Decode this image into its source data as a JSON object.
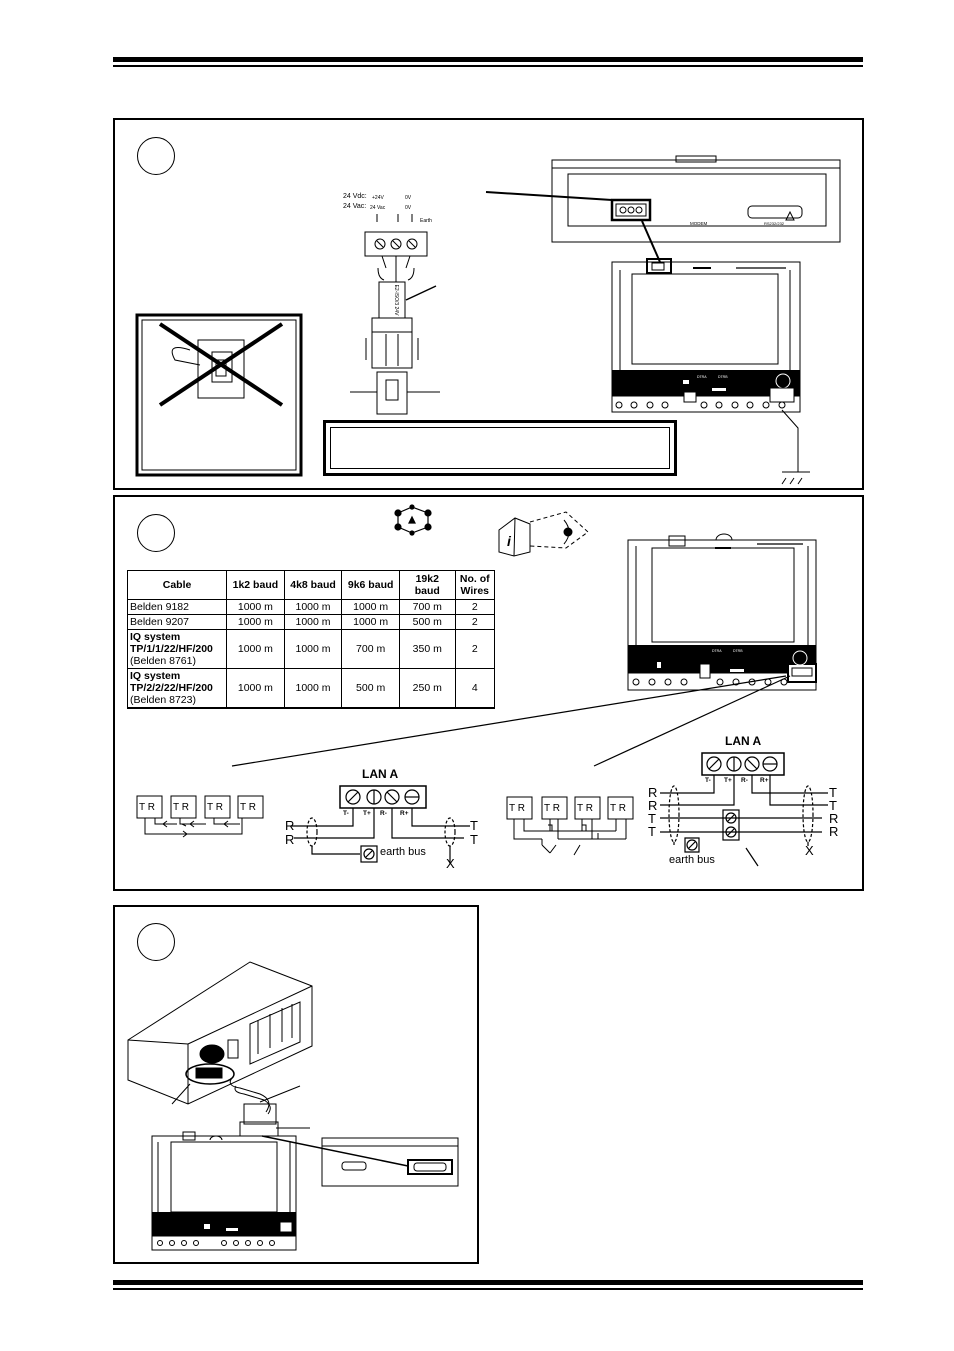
{
  "power": {
    "vdc_label": "24 Vdc:",
    "vdc_pos": "+24V",
    "vdc_neg": "0V",
    "vac_label": "24 Vac:",
    "vac_pos": "24 Vac",
    "vac_neg": "0V",
    "earth": "Earth"
  },
  "cable_table": {
    "headers": [
      "Cable",
      "1k2 baud",
      "4k8 baud",
      "9k6 baud",
      "19k2 baud",
      "No. of Wires"
    ],
    "rows": [
      {
        "cable": "Belden 9182",
        "sub": "",
        "c1": "1000 m",
        "c2": "1000 m",
        "c3": "1000 m",
        "c4": "700 m",
        "wires": "2"
      },
      {
        "cable": "Belden 9207",
        "sub": "",
        "c1": "1000 m",
        "c2": "1000 m",
        "c3": "1000 m",
        "c4": "500 m",
        "wires": "2"
      },
      {
        "cable": "IQ system TP/1/1/22/HF/200",
        "sub": "(Belden 8761)",
        "c1": "1000 m",
        "c2": "1000 m",
        "c3": "700 m",
        "c4": "350 m",
        "wires": "2"
      },
      {
        "cable": "IQ system TP/2/2/22/HF/200",
        "sub": "(Belden 8723)",
        "c1": "1000 m",
        "c2": "1000 m",
        "c3": "500 m",
        "c4": "250 m",
        "wires": "4"
      }
    ]
  },
  "lan": {
    "title": "LAN A",
    "t_minus": "T-",
    "t_plus": "T+",
    "r_minus": "R-",
    "r_plus": "R+",
    "earth_bus": "earth bus",
    "letter_r": "R",
    "letter_t": "T",
    "letter_x": "X",
    "node": "T R"
  },
  "device": {
    "modem": "MODEM",
    "rs232": "RS232/232",
    "dtra": "DTRA",
    "dtrb": "DTRB"
  },
  "chart_data": {
    "type": "table",
    "title": "",
    "columns": [
      "Cable",
      "1k2 baud",
      "4k8 baud",
      "9k6 baud",
      "19k2 baud",
      "No. of Wires"
    ],
    "rows": [
      [
        "Belden 9182",
        "1000 m",
        "1000 m",
        "1000 m",
        "700 m",
        "2"
      ],
      [
        "Belden 9207",
        "1000 m",
        "1000 m",
        "1000 m",
        "500 m",
        "2"
      ],
      [
        "IQ system TP/1/1/22/HF/200 (Belden 8761)",
        "1000 m",
        "1000 m",
        "700 m",
        "350 m",
        "2"
      ],
      [
        "IQ system TP/2/2/22/HF/200 (Belden 8723)",
        "1000 m",
        "1000 m",
        "500 m",
        "250 m",
        "4"
      ]
    ]
  }
}
